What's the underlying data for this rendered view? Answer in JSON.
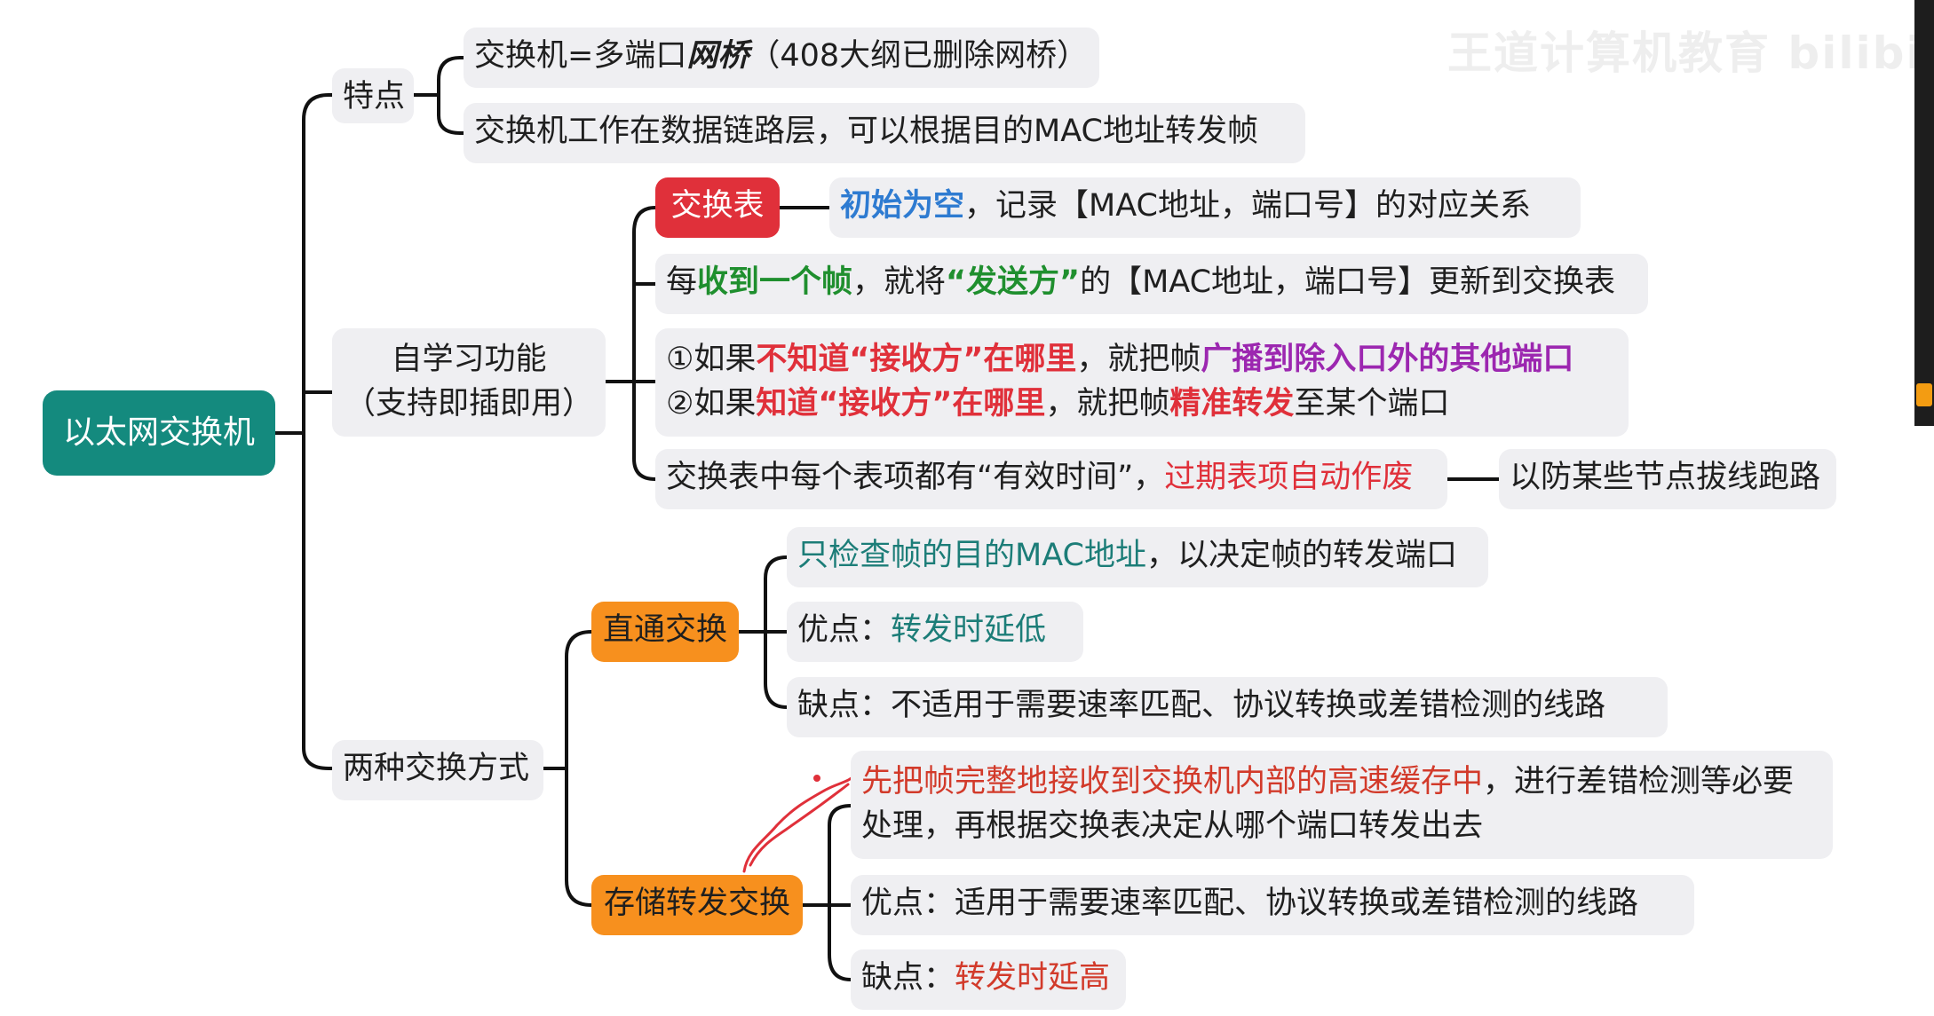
{
  "watermark": "王道计算机教育 bilibili",
  "root": "以太网交换机",
  "features": {
    "label": "特点",
    "item1": {
      "a": "交换机=多端口",
      "b": "网桥",
      "c": "（408大纲已删除网桥）"
    },
    "item2": "交换机工作在数据链路层，可以根据目的MAC地址转发帧"
  },
  "self_learning": {
    "label_line1": "自学习功能",
    "label_line2": "（支持即插即用）",
    "table_label": "交换表",
    "table_desc": {
      "a": "初始为空",
      "b": "，记录【MAC地址，端口号】的对应关系"
    },
    "update": {
      "a": "每",
      "b": "收到一个帧",
      "c": "，就将",
      "d": "“发送方”",
      "e": "的【MAC地址，端口号】更新到交换表"
    },
    "rule1": {
      "a": "①如果",
      "b": "不知道“接收方”在哪里",
      "c": "，就把帧",
      "d": "广播到除入口外的其他端口"
    },
    "rule2": {
      "a": "②如果",
      "b": "知道“接收方”在哪里",
      "c": "，就把帧",
      "d": "精准转发",
      "e": "至某个端口"
    },
    "expire": {
      "a": "交换表中每个表项都有“有效时间”，",
      "b": "过期表项自动作废"
    },
    "expire_note": "以防某些节点拔线跑路"
  },
  "switching": {
    "label": "两种交换方式",
    "cut_through": {
      "label": "直通交换",
      "desc": {
        "a": "只检查帧的目的MAC地址",
        "b": "，以决定帧的转发端口"
      },
      "pro": {
        "a": "优点：",
        "b": "转发时延低"
      },
      "con": "缺点：不适用于需要速率匹配、协议转换或差错检测的线路"
    },
    "store_forward": {
      "label": "存储转发交换",
      "desc": {
        "a": "先把帧完整地接收到交换机内部的高速缓存中",
        "b": "，进行差错检测等必要处理，再根据交换表决定从哪个端口转发出去"
      },
      "pro": "优点：适用于需要速率匹配、协议转换或差错检测的线路",
      "con": {
        "a": "缺点：",
        "b": "转发时延高"
      }
    }
  },
  "colors": {
    "root": "#148a7e",
    "node_bg": "#efeff2",
    "switch_table": "#e0303a",
    "mode": "#f7901e",
    "teal_text": "#1c7d78",
    "blue_text": "#2e7bd1",
    "green_text": "#1f8f2e",
    "red_text": "#e0303a",
    "purple_text": "#9c27b0",
    "annotation": "#e0303a"
  }
}
